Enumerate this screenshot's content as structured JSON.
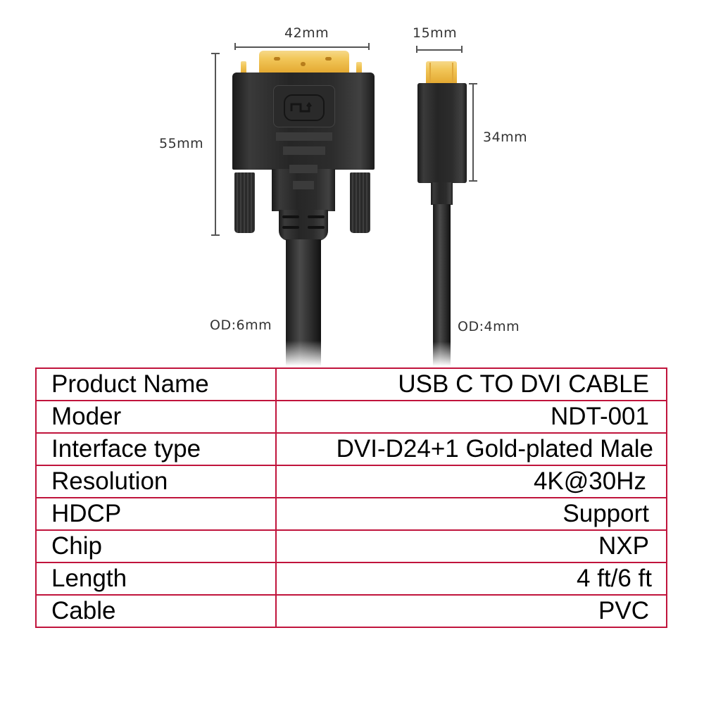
{
  "dimensions": {
    "dvi_width": "42mm",
    "usbc_width": "15mm",
    "dvi_height": "55mm",
    "usbc_height": "34mm",
    "dvi_cable_od": "OD:6mm",
    "usbc_cable_od": "OD:4mm"
  },
  "specs": {
    "rows": [
      {
        "label": "Product Name",
        "value": "USB C TO DVI CABLE"
      },
      {
        "label": "Moder",
        "value": "NDT-001"
      },
      {
        "label": "Interface type",
        "value": "DVI-D24+1 Gold-plated Male"
      },
      {
        "label": "Resolution",
        "value": "4K@30Hz"
      },
      {
        "label": "HDCP",
        "value": "Support"
      },
      {
        "label": "Chip",
        "value": "NXP"
      },
      {
        "label": "Length",
        "value": "4 ft/6 ft"
      },
      {
        "label": "Cable",
        "value": "PVC"
      }
    ]
  },
  "colors": {
    "table_border": "#c0143c",
    "connector_body": "#2b2b2b",
    "gold_plating": "#f2c75a"
  }
}
